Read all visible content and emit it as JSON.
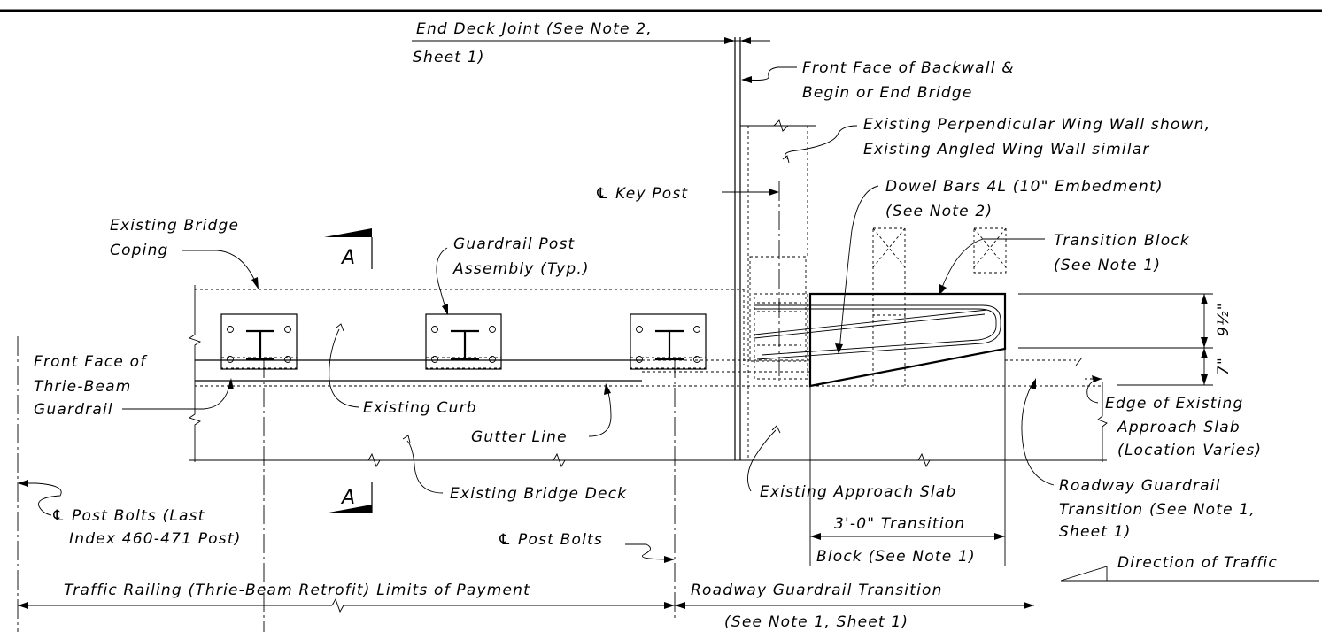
{
  "labels": {
    "end_deck_joint_1": "End Deck Joint (See Note 2,",
    "end_deck_joint_2": "Sheet 1)",
    "front_face_backwall_1": "Front Face of Backwall &",
    "front_face_backwall_2": "Begin or End Bridge",
    "wing_wall_1": "Existing Perpendicular Wing Wall shown,",
    "wing_wall_2": "Existing Angled Wing Wall similar",
    "key_post": "℄ Key Post",
    "dowel_bars_1": "Dowel Bars 4L (10\" Embedment)",
    "dowel_bars_2": "(See Note 2)",
    "bridge_coping_1": "Existing Bridge",
    "bridge_coping_2": "Coping",
    "guardrail_post_1": "Guardrail Post",
    "guardrail_post_2": "Assembly (Typ.)",
    "transition_block_1": "Transition Block",
    "transition_block_2": "(See Note 1)",
    "section_mark": "A",
    "dim_top": "9½\"",
    "dim_bottom": "7\"",
    "front_face_thrie_1": "Front Face of",
    "front_face_thrie_2": "Thrie-Beam",
    "front_face_thrie_3": "Guardrail",
    "existing_curb": "Existing Curb",
    "gutter_line": "Gutter Line",
    "edge_slab_1": "Edge of Existing",
    "edge_slab_2": "Approach Slab",
    "edge_slab_3": "(Location Varies)",
    "post_bolts_last_1": "℄ Post Bolts (Last",
    "post_bolts_last_2": "Index 460-471 Post)",
    "existing_bridge_deck": "Existing Bridge Deck",
    "existing_approach_slab": "Existing Approach Slab",
    "roadway_transition_1": "Roadway Guardrail",
    "roadway_transition_2": "Transition (See Note 1,",
    "roadway_transition_3": "Sheet 1)",
    "transition_dim_1": "3'-0\" Transition",
    "transition_dim_2": "Block (See Note 1)",
    "post_bolts": "℄ Post Bolts",
    "direction_of_traffic": "Direction of Traffic",
    "limits_payment": "Traffic Railing (Thrie-Beam Retrofit) Limits of Payment",
    "roadway_transition_dim_1": "Roadway Guardrail Transition",
    "roadway_transition_dim_2": "(See Note 1, Sheet 1)"
  }
}
